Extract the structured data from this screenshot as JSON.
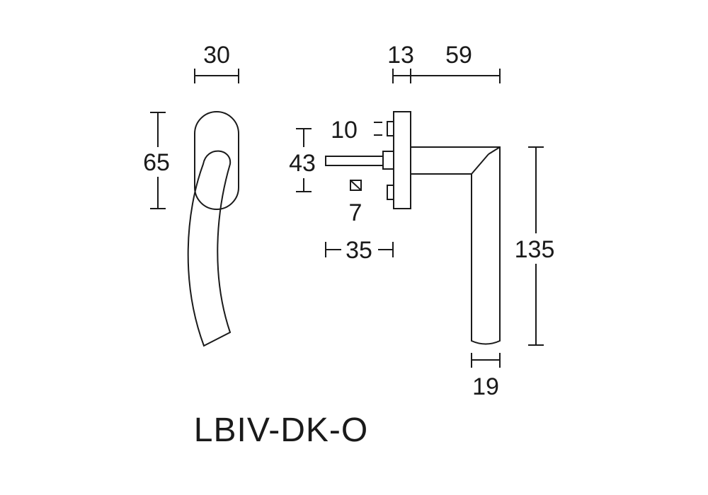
{
  "drawing": {
    "product_code": "LBIV-DK-O",
    "dimensions": {
      "front_width": "30",
      "rose_height": "65",
      "rose_thickness": "13",
      "lever_projection": "59",
      "screw_offset": "10",
      "spindle_height": "43",
      "spindle_square": "7",
      "spindle_length": "35",
      "lever_length": "135",
      "lever_width": "19"
    }
  }
}
